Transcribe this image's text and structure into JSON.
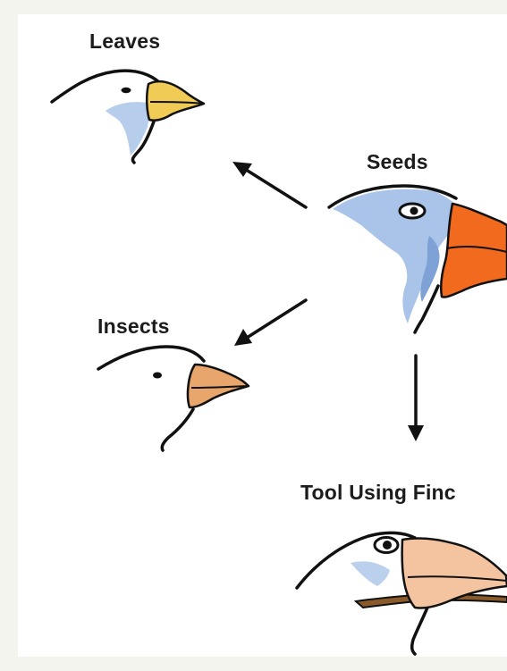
{
  "labels": {
    "leaves": "Leaves",
    "seeds": "Seeds",
    "insects": "Insects",
    "tool": "Tool Using Finc"
  },
  "colors": {
    "background": "#f4f4ef",
    "panel": "#ffffff",
    "outline": "#111111",
    "leaves_beak": "#f0cb55",
    "seeds_beak": "#f26a1e",
    "insects_beak": "#e8a66c",
    "tool_beak": "#f4c3a0",
    "tool_stick": "#8a5a2b",
    "face_patch": "#a9c4e8"
  }
}
